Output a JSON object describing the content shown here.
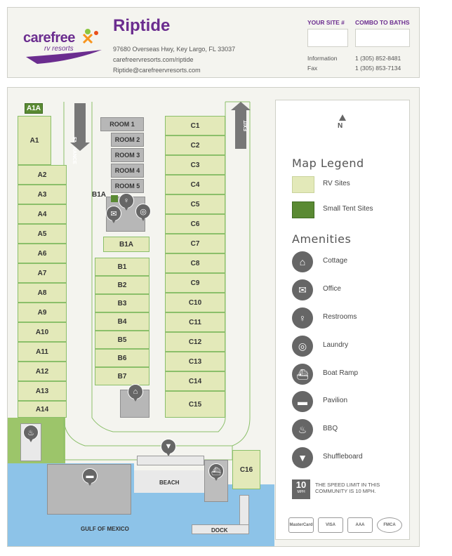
{
  "header": {
    "brand": "carefree",
    "brand_sub": "rv resorts",
    "park_name": "Riptide",
    "address": "97680 Overseas Hwy, Key Largo, FL 33037",
    "website": "carefreervresorts.com/riptide",
    "email": "Riptide@carefreervresorts.com",
    "your_site_label": "YOUR SITE #",
    "combo_label": "COMBO TO BATHS",
    "info_label": "Information",
    "info_phone": "1 (305) 852-8481",
    "fax_label": "Fax",
    "fax_phone": "1 (305) 853-7134"
  },
  "map": {
    "entrance_label": "ENTRANCE",
    "exit_label": "EXIT",
    "beach_label": "BEACH",
    "gulf_label": "GULF OF MEXICO",
    "dock_label": "DOCK",
    "b1a_pointer": "B1A",
    "tent_sites": [
      "A1A"
    ],
    "a_sites": [
      "A1",
      "A2",
      "A3",
      "A4",
      "A5",
      "A6",
      "A7",
      "A8",
      "A9",
      "A10",
      "A11",
      "A12",
      "A13",
      "A14"
    ],
    "b_sites": [
      "B1A",
      "B1",
      "B2",
      "B3",
      "B4",
      "B5",
      "B6",
      "B7"
    ],
    "c_sites": [
      "C1",
      "C2",
      "C3",
      "C4",
      "C5",
      "C6",
      "C7",
      "C8",
      "C9",
      "C10",
      "C11",
      "C12",
      "C13",
      "C14",
      "C15",
      "C16"
    ],
    "rooms": [
      "ROOM 1",
      "ROOM 2",
      "ROOM 3",
      "ROOM 4",
      "ROOM 5"
    ]
  },
  "legend": {
    "compass": "N",
    "map_legend_title": "Map Legend",
    "rv_sites": "RV Sites",
    "tent_sites": "Small Tent Sites",
    "amenities_title": "Amenities",
    "amenities": [
      {
        "label": "Cottage",
        "icon": "cottage-icon",
        "glyph": "⌂"
      },
      {
        "label": "Office",
        "icon": "office-icon",
        "glyph": "✉"
      },
      {
        "label": "Restrooms",
        "icon": "restroom-icon",
        "glyph": "♀"
      },
      {
        "label": "Laundry",
        "icon": "laundry-icon",
        "glyph": "◎"
      },
      {
        "label": "Boat Ramp",
        "icon": "boat-icon",
        "glyph": "⛴"
      },
      {
        "label": "Pavilion",
        "icon": "pavilion-icon",
        "glyph": "▬"
      },
      {
        "label": "BBQ",
        "icon": "bbq-icon",
        "glyph": "♨"
      },
      {
        "label": "Shuffleboard",
        "icon": "shuffleboard-icon",
        "glyph": "▼"
      }
    ],
    "speed_limit": "10",
    "speed_unit": "MPH",
    "speed_text": "THE SPEED LIMIT IN THIS COMMUNITY IS 10 MPH.",
    "cards": [
      "MasterCard",
      "VISA",
      "AAA",
      "FMCA"
    ]
  },
  "colors": {
    "rv_site": "#e3e9b9",
    "tent_site": "#5a8a33",
    "water": "#8dc3e8",
    "brand": "#6b2d8f"
  }
}
